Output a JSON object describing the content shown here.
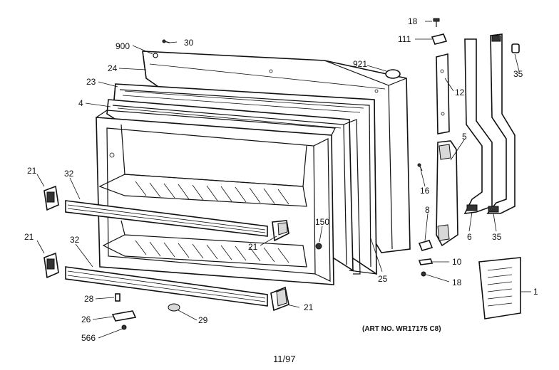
{
  "diagram": {
    "callouts": {
      "p18_top": "18",
      "p111": "111",
      "p900": "900",
      "p30": "30",
      "p921": "921",
      "p24": "24",
      "p23": "23",
      "p4": "4",
      "p12": "12",
      "p35_top": "35",
      "p5": "5",
      "p16": "16",
      "p21_a": "21",
      "p32_a": "32",
      "p21_b": "21",
      "p32_b": "32",
      "p150": "150",
      "p21_c": "21",
      "p8": "8",
      "p6": "6",
      "p35_bot": "35",
      "p10": "10",
      "p18_bot": "18",
      "p25": "25",
      "p1": "1",
      "p28": "28",
      "p26": "26",
      "p29": "29",
      "p21_d": "21",
      "p566": "566"
    },
    "art_number": "(ART NO. WR17175 C8)",
    "footer_date": "11/97"
  }
}
